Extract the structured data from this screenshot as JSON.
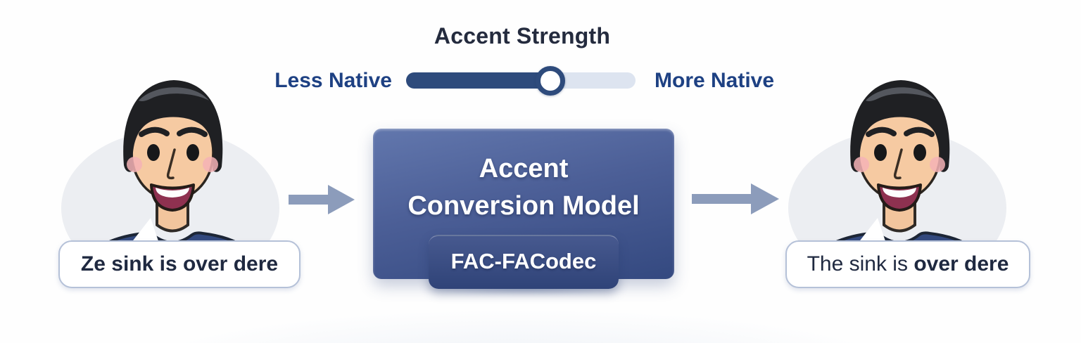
{
  "slider": {
    "title": "Accent Strength",
    "left_label": "Less Native",
    "right_label": "More Native",
    "value_percent": 63,
    "fill_color": "#2e4b7c",
    "track_color": "#dde4f0"
  },
  "model_box": {
    "title_line1": "Accent",
    "title_line2": "Conversion Model",
    "badge_label": "FAC-FACodec"
  },
  "input_speech": {
    "text": "Ze sink is over dere"
  },
  "output_speech": {
    "text_regular": "The sink is ",
    "text_medium": "over ",
    "text_bold": "dere"
  },
  "icons": {
    "left_avatar": "male-speaker-avatar",
    "right_avatar": "male-speaker-avatar",
    "left_arrow": "right-arrow",
    "right_arrow": "right-arrow"
  },
  "colors": {
    "label_blue": "#1e4183",
    "title_dark": "#242b3e",
    "arrow_gray_blue": "#8c9cbb",
    "box_gradient_top": "#6277ad",
    "box_gradient_bottom": "#344980",
    "badge_blue": "#3a4e85",
    "bubble_border": "#b5c1d8",
    "bubble_text": "#1f2940",
    "shirt_blue": "#32487d",
    "skin": "#f6caa2"
  }
}
